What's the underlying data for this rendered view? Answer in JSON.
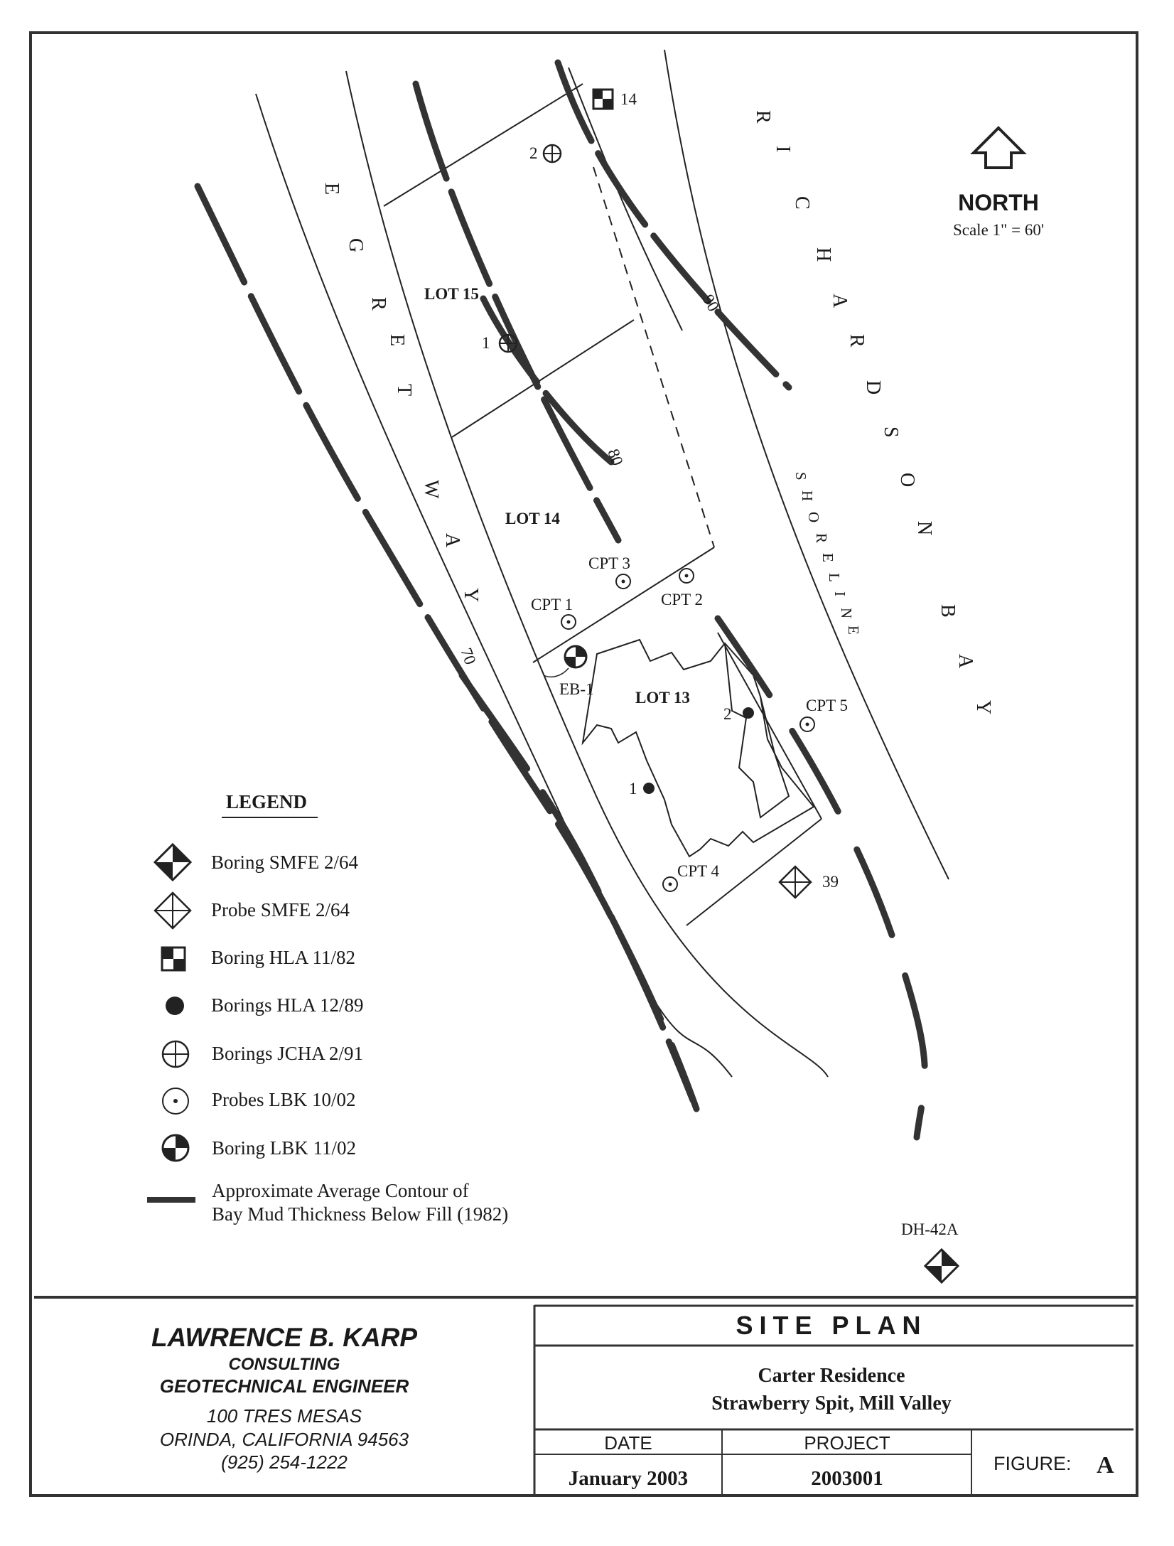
{
  "north": {
    "label": "NORTH",
    "scale": "Scale 1\" = 60'"
  },
  "streets": {
    "egret": [
      "E",
      "G",
      "R",
      "E",
      "T",
      "W",
      "A",
      "Y"
    ],
    "richardson": [
      "R",
      "I",
      "C",
      "H",
      "A",
      "R",
      "D",
      "S",
      "O",
      "N",
      "B",
      "A",
      "Y"
    ],
    "shoreline": [
      "S",
      "H",
      "O",
      "R",
      "E",
      "L",
      "I",
      "N",
      "E"
    ]
  },
  "lots": {
    "lot15": "LOT 15",
    "lot14": "LOT 14",
    "lot13": "LOT 13"
  },
  "contours": {
    "c70": "70",
    "c80": "80",
    "c90": "90"
  },
  "points": {
    "p14": "14",
    "p2": "2",
    "p1": "1",
    "cpt1": "CPT 1",
    "cpt2": "CPT 2",
    "cpt3": "CPT 3",
    "cpt4": "CPT 4",
    "cpt5": "CPT 5",
    "eb1": "EB-1",
    "h1": "1",
    "h2": "2",
    "p39": "39",
    "dh42a": "DH-42A"
  },
  "legend": {
    "title": "LEGEND",
    "items": [
      "Boring SMFE 2/64",
      "Probe SMFE 2/64",
      "Boring HLA 11/82",
      "Borings HLA 12/89",
      "Borings JCHA 2/91",
      "Probes LBK 10/02",
      "Boring LBK 11/02"
    ],
    "contour_line1": "Approximate Average Contour of",
    "contour_line2": "Bay Mud Thickness Below Fill (1982)"
  },
  "title_block": {
    "firm_name": "LAWRENCE B. KARP",
    "firm_sub1": "CONSULTING",
    "firm_sub2": "GEOTECHNICAL ENGINEER",
    "address1": "100 TRES MESAS",
    "address2": "ORINDA, CALIFORNIA 94563",
    "phone": "(925) 254-1222",
    "drawing_title": "SITE PLAN",
    "project_name": "Carter Residence",
    "project_location": "Strawberry Spit, Mill Valley",
    "date_label": "DATE",
    "date_value": "January 2003",
    "project_label": "PROJECT",
    "project_value": "2003001",
    "figure_label": "FIGURE:",
    "figure_value": "A"
  }
}
